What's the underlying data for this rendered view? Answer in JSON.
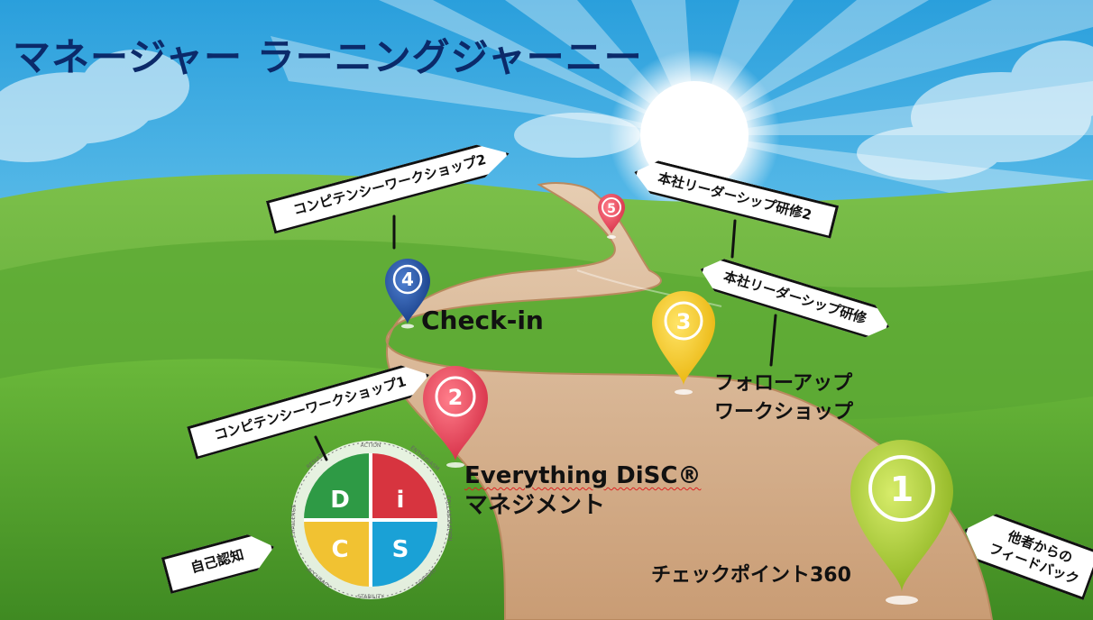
{
  "title": "マネージャー ラーニングジャーニー",
  "signs": {
    "competency_ws2": "コンピテンシーワークショップ2",
    "competency_ws1": "コンピテンシーワークショップ1",
    "leadership_training2": "本社リーダーシップ研修2",
    "leadership_training": "本社リーダーシップ研修",
    "self_awareness": "自己認知",
    "others_feedback_line1": "他者からの",
    "others_feedback_line2": "フィードバック"
  },
  "pins": {
    "pin1": "1",
    "pin2": "2",
    "pin3": "3",
    "pin4": "4",
    "pin5": "5"
  },
  "labels": {
    "checkin": "Check-in",
    "disc_line1": "Everything DiSC®",
    "disc_line2": "マネジメント",
    "followup_line1": "フォローアップ",
    "followup_line2": "ワークショップ",
    "checkpoint": "チェックポイント360"
  },
  "disc": {
    "d": "D",
    "i": "i",
    "c": "C",
    "s": "S",
    "ring_labels": [
      "ACTION",
      "ENTHUSIASM",
      "COLLABORATION",
      "SUPPORT",
      "STABILITY",
      "ACCURACY",
      "CHALLENGE",
      "RESULTS"
    ]
  },
  "colors": {
    "title": "#0b2a6a",
    "pin1": "#9cc32a",
    "pin2": "#e8455a",
    "pin3": "#f5c518",
    "pin4": "#1f4fa0",
    "pin5": "#e2405a",
    "disc_d": "#2e9a45",
    "disc_i": "#d7343f",
    "disc_c": "#f1c232",
    "disc_s": "#1aa1d6"
  }
}
